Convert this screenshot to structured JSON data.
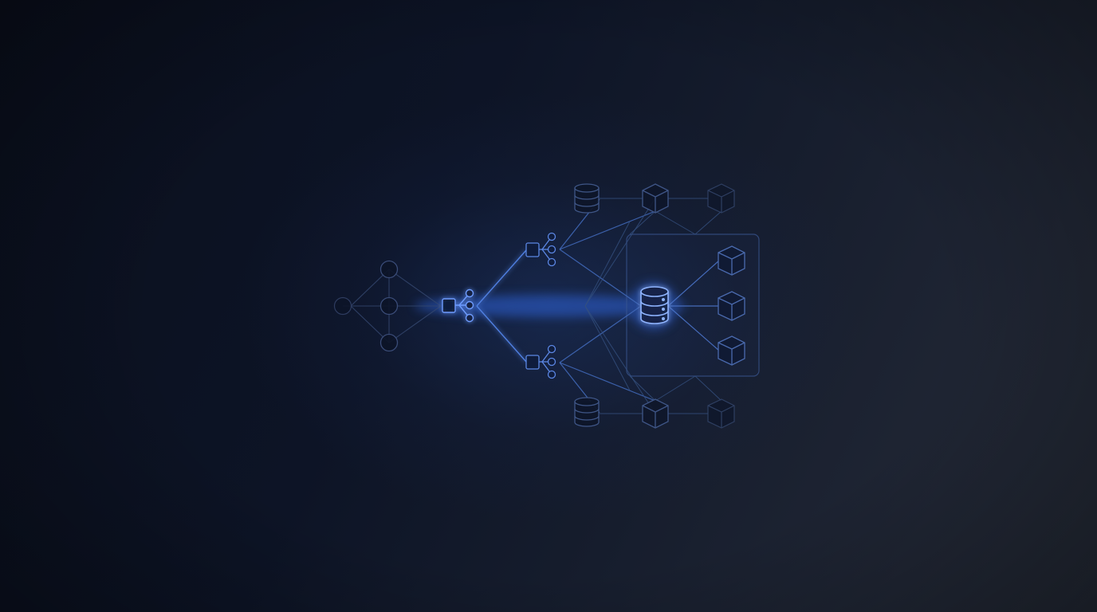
{
  "theme": {
    "background": "#0b1120",
    "accent_glow": "#3b82f6",
    "line_bright": "#5b8ff0",
    "line_mid": "#3f5f9e",
    "line_dim": "#34466f"
  },
  "diagram": {
    "nodes": [
      {
        "id": "hub-top",
        "icon": "circle-node-icon",
        "emphasis": "dim"
      },
      {
        "id": "hub-left",
        "icon": "circle-node-icon",
        "emphasis": "dim"
      },
      {
        "id": "hub-center",
        "icon": "circle-node-icon",
        "emphasis": "dim"
      },
      {
        "id": "hub-bottom",
        "icon": "circle-node-icon",
        "emphasis": "dim"
      },
      {
        "id": "splitter-main",
        "icon": "fan-out-icon",
        "emphasis": "bright"
      },
      {
        "id": "splitter-upper",
        "icon": "fan-out-icon",
        "emphasis": "mid"
      },
      {
        "id": "splitter-lower",
        "icon": "fan-out-icon",
        "emphasis": "mid"
      },
      {
        "id": "database-top",
        "icon": "database-icon",
        "emphasis": "dim"
      },
      {
        "id": "database-bottom",
        "icon": "database-icon",
        "emphasis": "dim"
      },
      {
        "id": "database-main",
        "icon": "database-icon",
        "emphasis": "bright"
      },
      {
        "id": "cube-top-1",
        "icon": "cube-icon",
        "emphasis": "dim"
      },
      {
        "id": "cube-top-2",
        "icon": "cube-icon",
        "emphasis": "faint"
      },
      {
        "id": "cube-bottom-1",
        "icon": "cube-icon",
        "emphasis": "dim"
      },
      {
        "id": "cube-bottom-2",
        "icon": "cube-icon",
        "emphasis": "faint"
      },
      {
        "id": "cube-panel-1",
        "icon": "cube-icon",
        "emphasis": "mid"
      },
      {
        "id": "cube-panel-2",
        "icon": "cube-icon",
        "emphasis": "mid"
      },
      {
        "id": "cube-panel-3",
        "icon": "cube-icon",
        "emphasis": "mid"
      }
    ],
    "container": {
      "id": "storage-panel",
      "emphasis": "mid"
    }
  }
}
